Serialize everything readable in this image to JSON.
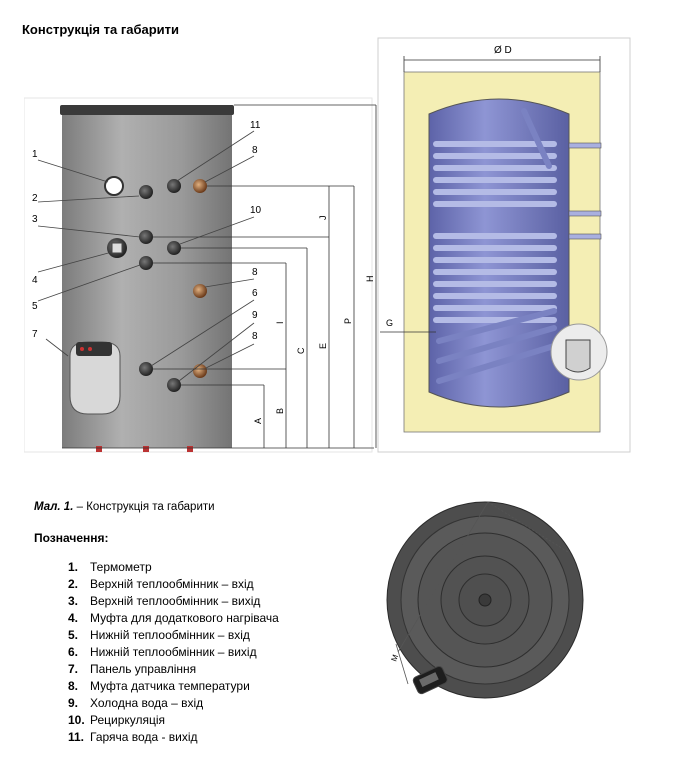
{
  "title": "Конструкція та габарити",
  "caption": {
    "prefix": "Мал. 1.",
    "text": " – Конструкція та габарити"
  },
  "legend": {
    "title": "Позначення:",
    "items": [
      {
        "num": "1.",
        "label": "Термометр"
      },
      {
        "num": "2.",
        "label": "Верхній теплообмінник – вхід"
      },
      {
        "num": "3.",
        "label": "Верхній теплообмінник – вихід"
      },
      {
        "num": "4.",
        "label": "Муфта для додаткового нагрівача"
      },
      {
        "num": "5.",
        "label": "Нижній теплообмінник – вхід"
      },
      {
        "num": "6.",
        "label": "Нижній теплообмінник – вихід"
      },
      {
        "num": "7.",
        "label": "Панель управління"
      },
      {
        "num": "8.",
        "label": "Муфта датчика температури"
      },
      {
        "num": "9.",
        "label": "Холодна вода – вхід"
      },
      {
        "num": "10.",
        "label": "Рециркуляція"
      },
      {
        "num": "11.",
        "label": "Гаряча вода - вихід"
      }
    ]
  },
  "drawing": {
    "callouts": [
      "1",
      "2",
      "3",
      "4",
      "5",
      "6",
      "7",
      "8",
      "9",
      "10",
      "11"
    ],
    "dimensions": {
      "a": "A",
      "b": "B",
      "c": "C",
      "e": "E",
      "i": "I",
      "j": "J",
      "p": "P",
      "h": "H",
      "d": "Ø D",
      "g": "G",
      "m": "M"
    }
  },
  "colors": {
    "tank": "#9a9a9a",
    "insulation": "#f4eeb4",
    "inner_tank": "#7f86c8",
    "coil": "#a9b0e0"
  }
}
